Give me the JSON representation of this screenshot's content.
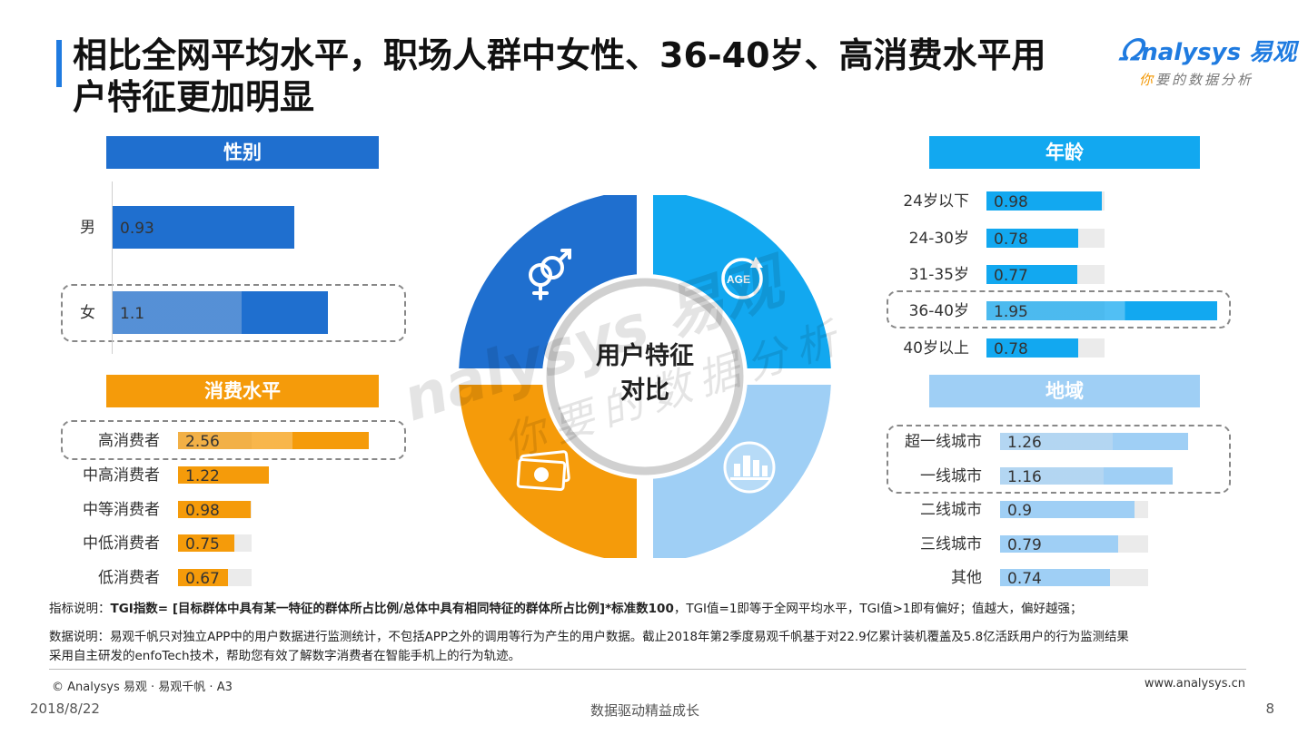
{
  "header": {
    "title_line1": "相比全网平均水平，职场人群中女性、36-40岁、高消费水平用",
    "title_line2": "户特征更加明显",
    "logo_main": "nalysys 易观",
    "logo_sub_ni": "你",
    "logo_sub_rest": "要的数据分析"
  },
  "center": {
    "label_line1": "用户特征",
    "label_line2": "对比",
    "quadrant_colors": [
      "#1f6fcf",
      "#12a8f0",
      "#f59b0a",
      "#9fcff5"
    ],
    "icons": [
      "gender-icon",
      "age-icon",
      "money-icon",
      "city-icon"
    ],
    "age_icon_text": "AGE",
    "watermark_brand": "nalysys 易观",
    "watermark_sub": "你要的数据分析"
  },
  "colors": {
    "gender": "#1f6fcf",
    "age": "#12a8f0",
    "spending": "#f59b0a",
    "region": "#9fcff5"
  },
  "chart_data": [
    {
      "type": "bar",
      "title": "性别",
      "categories": [
        "男",
        "女"
      ],
      "values": [
        0.93,
        1.1
      ],
      "highlight": [
        "女"
      ]
    },
    {
      "type": "bar",
      "title": "年龄",
      "categories": [
        "24岁以下",
        "24-30岁",
        "31-35岁",
        "36-40岁",
        "40岁以上"
      ],
      "values": [
        0.98,
        0.78,
        0.77,
        1.95,
        0.78
      ],
      "highlight": [
        "36-40岁"
      ]
    },
    {
      "type": "bar",
      "title": "消费水平",
      "categories": [
        "高消费者",
        "中高消费者",
        "中等消费者",
        "中低消费者",
        "低消费者"
      ],
      "values": [
        2.56,
        1.22,
        0.98,
        0.75,
        0.67
      ],
      "highlight": [
        "高消费者"
      ]
    },
    {
      "type": "bar",
      "title": "地域",
      "categories": [
        "超一线城市",
        "一线城市",
        "二线城市",
        "三线城市",
        "其他"
      ],
      "values": [
        1.26,
        1.16,
        0.9,
        0.79,
        0.74
      ],
      "highlight": [
        "超一线城市",
        "一线城市"
      ]
    }
  ],
  "notes": {
    "tgi_prefix": "指标说明：",
    "tgi_bold": "TGI指数= [目标群体中具有某一特征的群体所占比例/总体中具有相同特征的群体所占比例]*标准数100",
    "tgi_rest": "，TGI值=1即等于全网平均水平，TGI值>1即有偏好；值越大，偏好越强；",
    "data_line1": "数据说明：易观千帆只对独立APP中的用户数据进行监测统计，不包括APP之外的调用等行为产生的用户数据。截止2018年第2季度易观千帆基于对22.9亿累计装机覆盖及5.8亿活跃用户的行为监测结果",
    "data_line2": "采用自主研发的enfoTech技术，帮助您有效了解数字消费者在智能手机上的行为轨迹。"
  },
  "footer": {
    "copyright": "© Analysys 易观 · 易观千帆 · A3",
    "website": "www.analysys.cn",
    "date": "2018/8/22",
    "slogan": "数据驱动精益成长",
    "page": "8"
  }
}
